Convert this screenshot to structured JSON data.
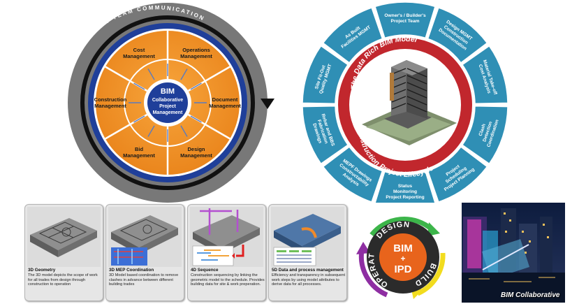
{
  "ring_diagram": {
    "outer_label": "PROJECT TEAM COMMUNICATION",
    "center": [
      "BIM",
      "Collaborative",
      "Project",
      "Management"
    ],
    "segments": [
      [
        "Operations",
        "Management"
      ],
      [
        "Document",
        "Management"
      ],
      [
        "Design",
        "Management"
      ],
      [
        "Bid",
        "Management"
      ],
      [
        "Construction",
        "Management"
      ],
      [
        "Cost",
        "Management"
      ]
    ],
    "colors": {
      "outer": "#7a7a7a",
      "orange": "#f39226",
      "blue": "#1f3f9a",
      "ink": "#1a1a1a"
    }
  },
  "bim_wheel": {
    "inner_top": "The Data Rich BIM Model",
    "inner_bottom": "Construction Project Lifecycle",
    "segments": [
      [
        "Owner's / Builder's",
        "Project Team"
      ],
      [
        "Design MGMT",
        "Construction",
        "Documentation"
      ],
      [
        "Material Take-off",
        "Cost Analysis"
      ],
      [
        "Clash",
        "Detection",
        "Coordination"
      ],
      [
        "Project",
        "Scheduling",
        "Project Planning"
      ],
      [
        "Status",
        "Monitoring",
        "Project Reporting"
      ],
      [
        "MEPF Drawings",
        "Constructability",
        "Analysis"
      ],
      [
        "Rebar and BBS",
        "Fabrication",
        "Drawings"
      ],
      [
        "Site Fit-Out",
        "Quality MGMT"
      ],
      [
        "As Built",
        "Facilities MGMT"
      ]
    ],
    "colors": {
      "segment": "#2f8fb5",
      "red": "#c1272d"
    }
  },
  "process_panels": [
    {
      "title": "3D Geometry",
      "desc": "The 3D model depicts the scope of work for all trades from design through construction to operation"
    },
    {
      "title": "3D MEP Coordination",
      "desc": "3D Model based coordination to remove clashes in advance between different building trades"
    },
    {
      "title": "4D Sequence",
      "desc": "Construction sequencing by linking the geometric model to the schedule. Provides building data for site & work preperation."
    },
    {
      "title": "5D Data and process management",
      "desc": "Efficiency and transparency in subsequent work steps by using model attributes to derive data for all processes."
    }
  ],
  "cycle": {
    "center": [
      "BIM",
      "+",
      "IPD"
    ],
    "labels": [
      "DESIGN",
      "BUILD",
      "OPERATE"
    ],
    "colors": {
      "ring": "#2b2b2b",
      "center": "#e8641c",
      "green": "#3cb54a",
      "yellow": "#f2dc1e",
      "purple": "#8e2ea2"
    }
  },
  "city_photo": {
    "caption": "BIM Collaborative"
  }
}
